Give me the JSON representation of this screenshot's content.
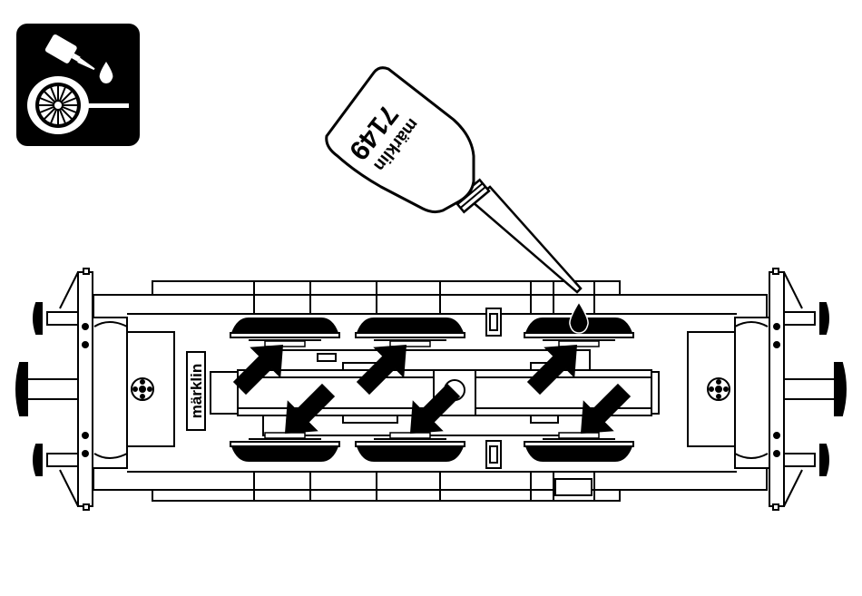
{
  "oil_bottle": {
    "brand": "märklin",
    "product_number": "7149"
  },
  "chassis": {
    "brand": "märklin"
  },
  "icon": {
    "name": "oil-wheel-lubrication-icon"
  },
  "colors": {
    "ink": "#000000",
    "paper": "#ffffff"
  },
  "arrows": [
    {
      "position": "top-left",
      "direction": "up-right"
    },
    {
      "position": "top-center",
      "direction": "up-right"
    },
    {
      "position": "top-right",
      "direction": "up-right"
    },
    {
      "position": "bottom-left",
      "direction": "down-left"
    },
    {
      "position": "bottom-center",
      "direction": "down-left"
    },
    {
      "position": "bottom-right",
      "direction": "down-left"
    }
  ]
}
